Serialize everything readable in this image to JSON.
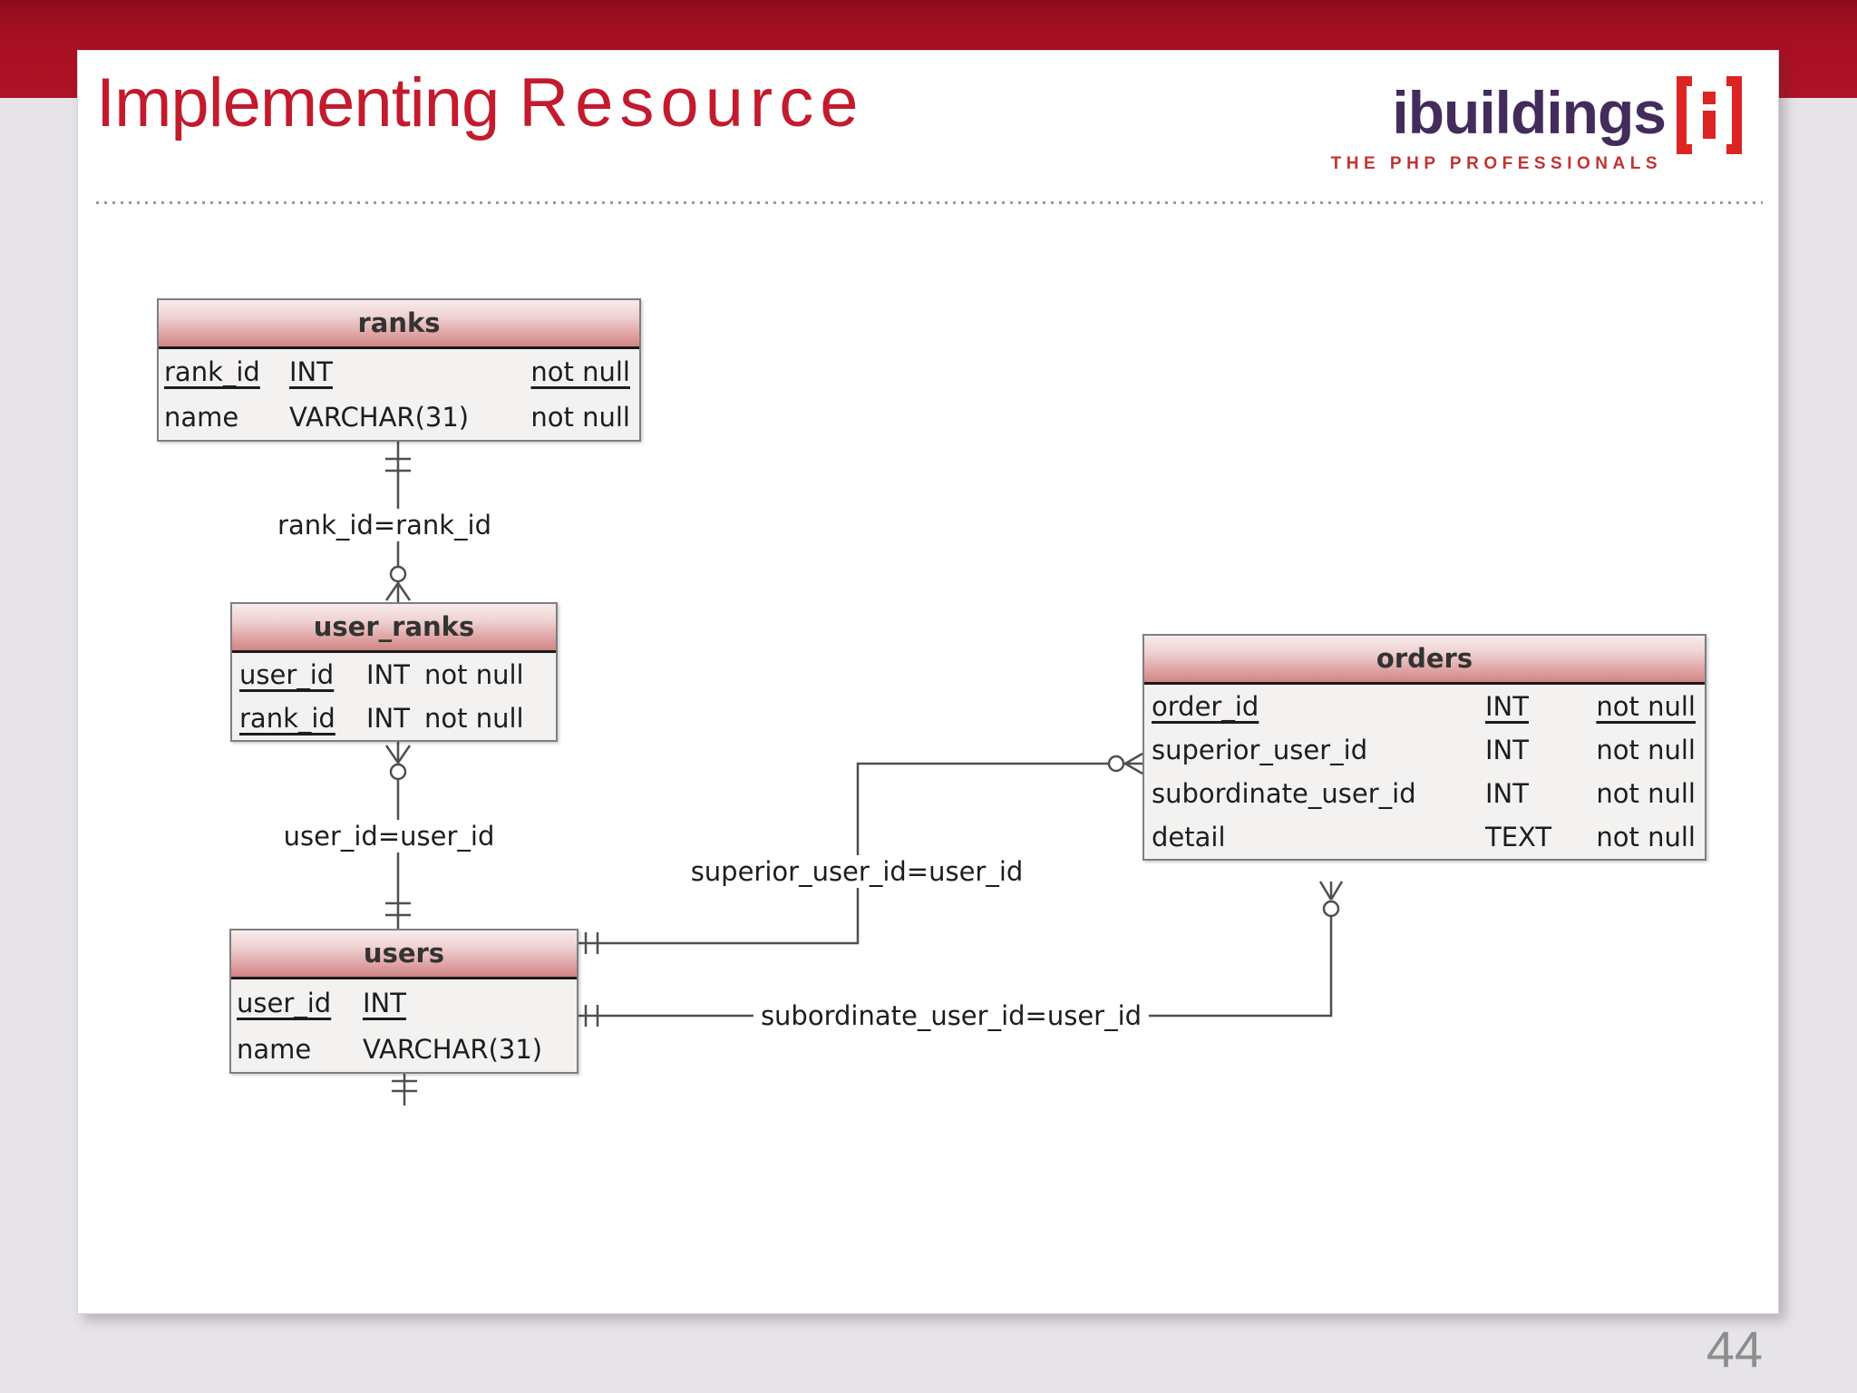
{
  "slide": {
    "title_word1": "Implementing",
    "title_word2": "Resource",
    "page_number": "44"
  },
  "logo": {
    "brand": "ibuildings",
    "tagline": "THE PHP PROFESSIONALS"
  },
  "colors": {
    "top_bar_red": "#b01226",
    "title_red": "#c31b2d",
    "logo_purple": "#432b5c",
    "logo_red": "#dc2423",
    "table_header_pink": "#d28585",
    "table_body": "#f4f2f1",
    "page_background": "#e6e4e8"
  },
  "diagram": {
    "tables": [
      {
        "title": "ranks",
        "rows": [
          {
            "name": "rank_id",
            "type": "INT",
            "nul": "not null",
            "pk": true
          },
          {
            "name": "name",
            "type": "VARCHAR(31)",
            "nul": "not null",
            "pk": false
          }
        ]
      },
      {
        "title": "user_ranks",
        "rows": [
          {
            "name": "user_id",
            "type": "INT",
            "nul": "not null",
            "pk": true
          },
          {
            "name": "rank_id",
            "type": "INT",
            "nul": "not null",
            "pk": true
          }
        ]
      },
      {
        "title": "users",
        "rows": [
          {
            "name": "user_id",
            "type": "INT",
            "pk": true
          },
          {
            "name": "name",
            "type": "VARCHAR(31)",
            "pk": false
          }
        ]
      },
      {
        "title": "orders",
        "rows": [
          {
            "name": "order_id",
            "type": "INT",
            "nul": "not null",
            "pk": true
          },
          {
            "name": "superior_user_id",
            "type": "INT",
            "nul": "not null",
            "pk": false
          },
          {
            "name": "subordinate_user_id",
            "type": "INT",
            "nul": "not null",
            "pk": false
          },
          {
            "name": "detail",
            "type": "TEXT",
            "nul": "not null",
            "pk": false
          }
        ]
      }
    ],
    "relations": [
      {
        "label": "rank_id=rank_id",
        "one_end": "ranks",
        "many_end": "user_ranks"
      },
      {
        "label": "user_id=user_id",
        "one_end": "users",
        "many_end": "user_ranks"
      },
      {
        "label": "superior_user_id=user_id",
        "one_end": "users",
        "many_end": "orders"
      },
      {
        "label": "subordinate_user_id=user_id",
        "one_end": "users",
        "many_end": "orders"
      }
    ]
  }
}
